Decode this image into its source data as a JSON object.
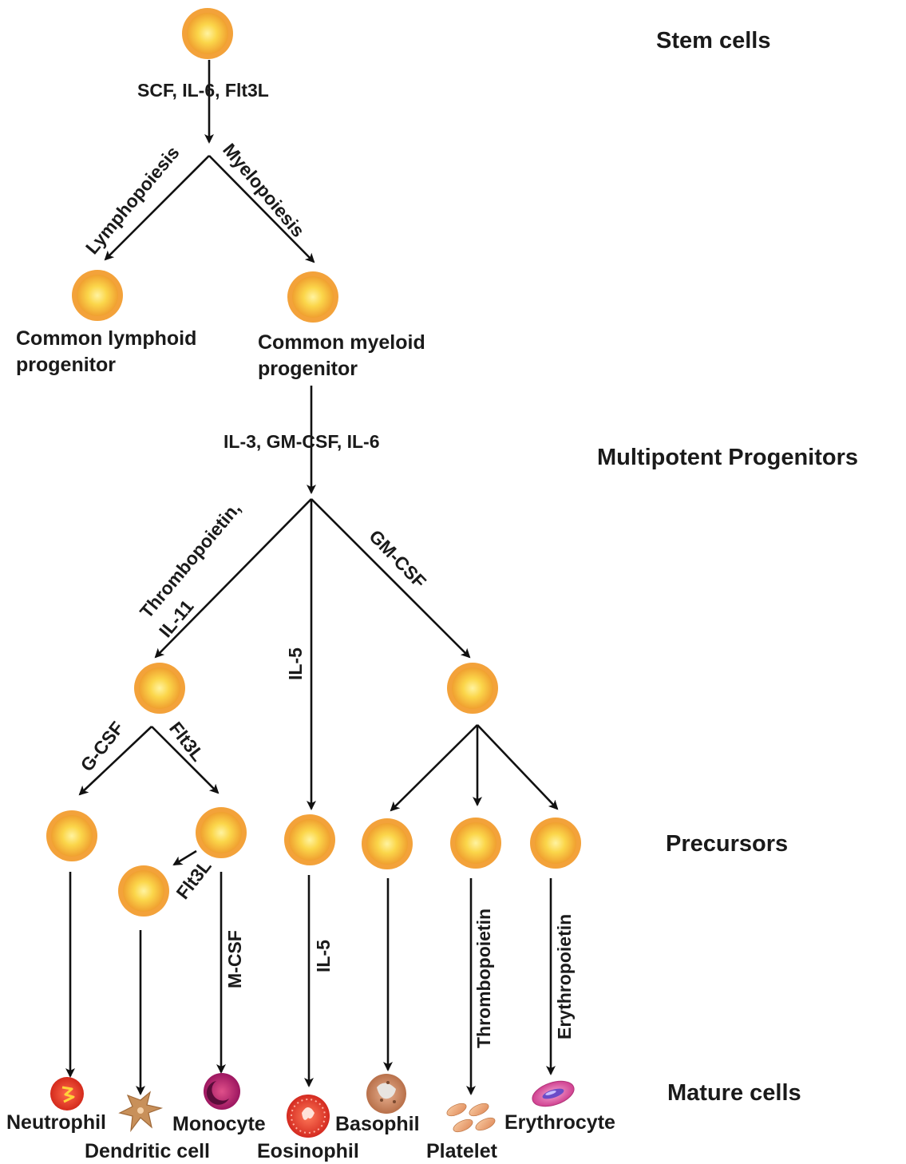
{
  "stages": {
    "stem": "Stem cells",
    "multipotent": "Multipotent Progenitors",
    "precursors": "Precursors",
    "mature": "Mature cells"
  },
  "cytokines": {
    "stem_to_branch": "SCF, IL-6, Flt3L",
    "lymphopoiesis": "Lymphopoiesis",
    "myelopoiesis": "Myelopoiesis",
    "cmp_down": "IL-3, GM-CSF, IL-6",
    "thrombopoietin_line1": "Thrombopoietin,",
    "thrombopoietin_line2": "IL-11",
    "il5_mid": "IL-5",
    "gmcsf": "GM-CSF",
    "gcsf": "G-CSF",
    "flt3l_a": "Flt3L",
    "flt3l_b": "Flt3L",
    "mcsf": "M-CSF",
    "il5_low": "IL-5",
    "thrombopoietin_low": "Thrombopoietin",
    "erythropoietin": "Erythropoietin"
  },
  "progenitors": {
    "clp_line1": "Common lymphoid",
    "clp_line2": "progenitor",
    "cmp_line1": "Common myeloid",
    "cmp_line2": "progenitor"
  },
  "mature": {
    "neutrophil": "Neutrophil",
    "dendritic": "Dendritic cell",
    "monocyte": "Monocyte",
    "eosinophil": "Eosinophil",
    "basophil": "Basophil",
    "platelet": "Platelet",
    "erythrocyte": "Erythrocyte"
  },
  "colors": {
    "cell_outer": "#f3a23a",
    "cell_inner": "#fbd64a",
    "arrow": "#111111",
    "neutrophil": "#e63324",
    "monocyte": "#b41e6e",
    "eosinophil": "#e8362a",
    "basophil": "#c8835a",
    "platelet": "#e9a87a",
    "erythrocyte": "#d94fa0",
    "dendritic": "#c8905a"
  }
}
